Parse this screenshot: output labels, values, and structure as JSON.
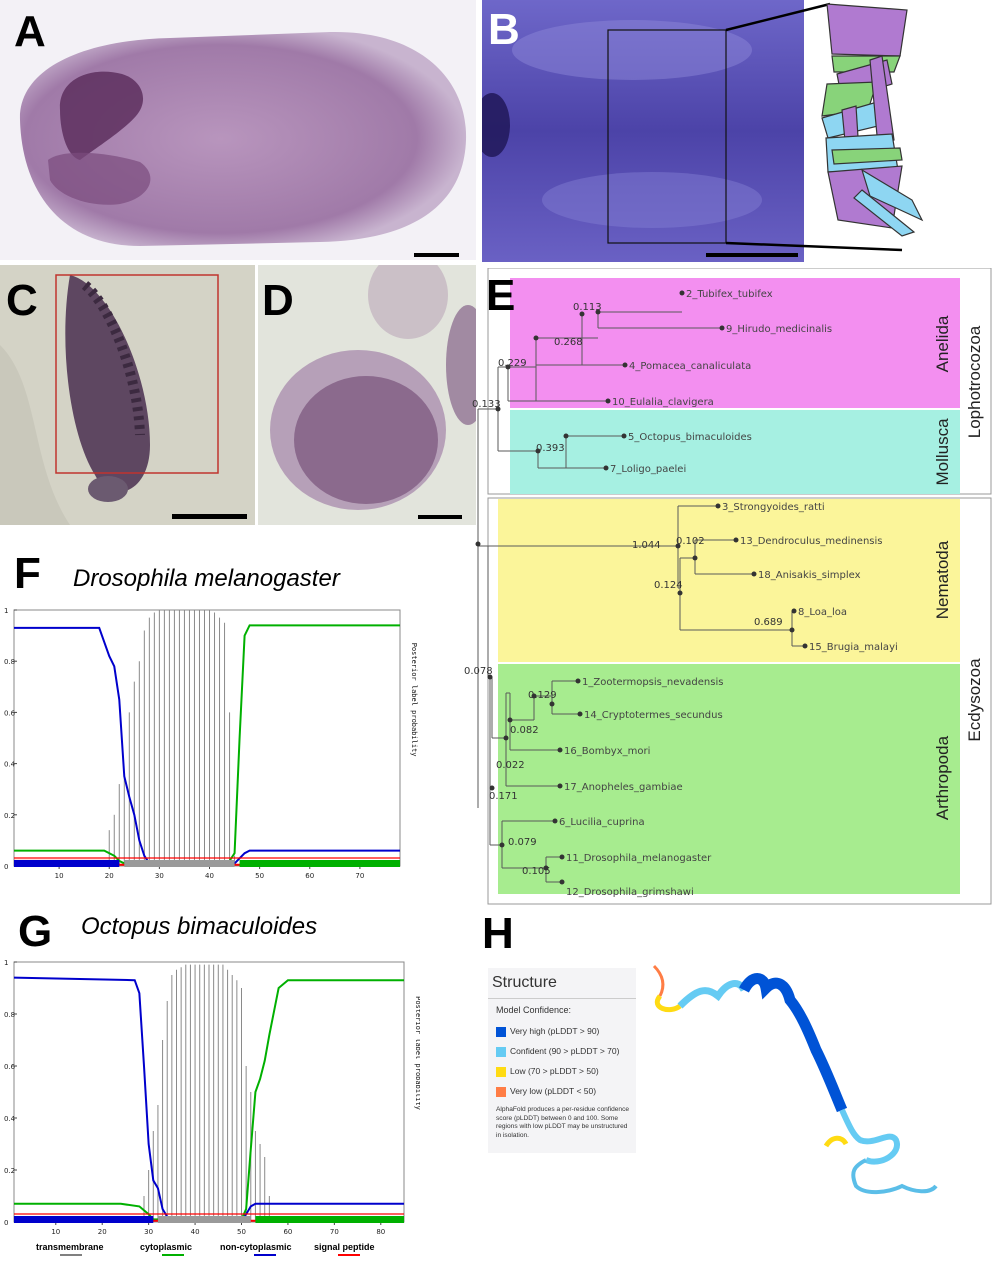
{
  "panels": {
    "a": "A",
    "b": "B",
    "c": "C",
    "d": "D",
    "e": "E",
    "f": "F",
    "g": "G",
    "h": "H"
  },
  "figure_f": {
    "species": "Drosophila melanogaster"
  },
  "figure_g": {
    "species": "Octopus bimaculoides"
  },
  "plot_common": {
    "y_side_label": "Posterior label probability",
    "y_ticks": [
      "0",
      "0.2",
      "0.4",
      "0.6",
      "0.8",
      "1"
    ]
  },
  "legend_bottom": {
    "items": [
      {
        "label": "transmembrane",
        "color": "#808080"
      },
      {
        "label": "cytoplasmic",
        "color": "#00b000"
      },
      {
        "label": "non-cytoplasmic",
        "color": "#0000cc"
      },
      {
        "label": "signal peptide",
        "color": "#ff0000"
      }
    ]
  },
  "tree": {
    "groups": {
      "anelida": "Anelida",
      "mollusca": "Mollusca",
      "nematoda": "Nematoda",
      "arthropoda": "Arthropoda",
      "lophotrocozoa": "Lophotrocozoa",
      "ecdysozoa": "Ecdysozoa"
    },
    "colors": {
      "anelida": "#f38ff0",
      "mollusca": "#a6f0e2",
      "nematoda": "#fbf59a",
      "arthropoda": "#a7ec8f"
    },
    "taxa": [
      "2_Tubifex_tubifex",
      "9_Hirudo_medicinalis",
      "4_Pomacea_canaliculata",
      "10_Eulalia_clavigera",
      "5_Octopus_bimaculoides",
      "7_Loligo_paelei",
      "3_Strongyoides_ratti",
      "13_Dendroculus_medinensis",
      "18_Anisakis_simplex",
      "8_Loa_loa",
      "15_Brugia_malayi",
      "1_Zootermopsis_nevadensis",
      "14_Cryptotermes_secundus",
      "16_Bombyx_mori",
      "17_Anopheles_gambiae",
      "6_Lucilia_cuprina",
      "11_Drosophila_melanogaster",
      "12_Drosophila_grimshawi"
    ],
    "support": [
      "0.113",
      "0.268",
      "0.229",
      "0.133",
      "0.393",
      "1.044",
      "0.102",
      "0.124",
      "0.689",
      "0.078",
      "0.129",
      "0.082",
      "0.022",
      "0.171",
      "0.079",
      "0.105"
    ]
  },
  "alphafold": {
    "title": "Structure",
    "subtitle": "Model Confidence:",
    "items": [
      {
        "label": "Very high (pLDDT > 90)",
        "color": "#0053d6"
      },
      {
        "label": "Confident (90 > pLDDT > 70)",
        "color": "#65cbf3"
      },
      {
        "label": "Low (70 > pLDDT > 50)",
        "color": "#ffdb13"
      },
      {
        "label": "Very low (pLDDT < 50)",
        "color": "#ff7d45"
      }
    ],
    "note": "AlphaFold produces a per-residue confidence score (pLDDT) between 0 and 100. Some regions with low pLDDT may be unstructured in isolation."
  },
  "chart_data": [
    {
      "type": "line",
      "title": "Drosophila melanogaster",
      "xlabel": "",
      "ylabel": "Posterior label probability",
      "xlim": [
        1,
        78
      ],
      "ylim": [
        0,
        1
      ],
      "x_ticks": [
        10,
        20,
        30,
        40,
        50,
        60,
        70
      ],
      "series": [
        {
          "name": "non-cytoplasmic",
          "color": "#0000cc",
          "x": [
            1,
            18,
            20,
            21,
            22,
            23,
            24,
            25,
            26,
            27,
            28,
            29,
            45,
            46,
            47,
            48,
            78
          ],
          "y": [
            0.93,
            0.93,
            0.82,
            0.78,
            0.65,
            0.35,
            0.27,
            0.2,
            0.1,
            0.04,
            0.01,
            0.01,
            0.01,
            0.03,
            0.05,
            0.06,
            0.06
          ]
        },
        {
          "name": "cytoplasmic",
          "color": "#00b000",
          "x": [
            1,
            19,
            21,
            22,
            23,
            24,
            25,
            26,
            27,
            28,
            29,
            43,
            44,
            45,
            46,
            47,
            48,
            78
          ],
          "y": [
            0.06,
            0.06,
            0.04,
            0.02,
            0.01,
            0.01,
            0.01,
            0.01,
            0.01,
            0.01,
            0.01,
            0.01,
            0.02,
            0.05,
            0.5,
            0.9,
            0.94,
            0.94
          ]
        },
        {
          "name": "signal peptide",
          "color": "#ff0000",
          "x": [
            1,
            20,
            22,
            78
          ],
          "y": [
            0.02,
            0.02,
            0.005,
            0.005
          ]
        }
      ],
      "bars": {
        "name": "transmembrane",
        "color": "#808080",
        "x": [
          20,
          21,
          22,
          23,
          24,
          25,
          26,
          27,
          28,
          29,
          30,
          31,
          32,
          33,
          34,
          35,
          36,
          37,
          38,
          39,
          40,
          41,
          42,
          43,
          44,
          45
        ],
        "y": [
          0.14,
          0.2,
          0.32,
          0.36,
          0.6,
          0.72,
          0.8,
          0.92,
          0.97,
          0.99,
          1,
          1,
          1,
          1,
          1,
          1,
          1,
          1,
          1,
          1,
          1,
          0.99,
          0.97,
          0.95,
          0.6,
          0.04
        ]
      },
      "topology_bar": [
        {
          "class": "non-cytoplasmic",
          "from": 1,
          "to": 22
        },
        {
          "class": "transmembrane",
          "from": 23,
          "to": 45
        },
        {
          "class": "cytoplasmic",
          "from": 46,
          "to": 78
        }
      ]
    },
    {
      "type": "line",
      "title": "Octopus bimaculoides",
      "xlabel": "",
      "ylabel": "Posterior label probability",
      "xlim": [
        1,
        85
      ],
      "ylim": [
        0,
        1
      ],
      "x_ticks": [
        10,
        20,
        30,
        40,
        50,
        60,
        70,
        80
      ],
      "series": [
        {
          "name": "non-cytoplasmic",
          "color": "#0000cc",
          "x": [
            1,
            27,
            28,
            29,
            30,
            31,
            32,
            33,
            34,
            35,
            50,
            51,
            52,
            53,
            54,
            85
          ],
          "y": [
            0.94,
            0.93,
            0.88,
            0.6,
            0.3,
            0.16,
            0.13,
            0.05,
            0.02,
            0.01,
            0.01,
            0.03,
            0.06,
            0.07,
            0.07,
            0.07
          ]
        },
        {
          "name": "cytoplasmic",
          "color": "#00b000",
          "x": [
            1,
            24,
            28,
            30,
            31,
            32,
            50,
            51,
            52,
            53,
            54,
            55,
            56,
            58,
            60,
            85
          ],
          "y": [
            0.07,
            0.07,
            0.06,
            0.03,
            0.01,
            0.01,
            0.01,
            0.05,
            0.28,
            0.5,
            0.55,
            0.62,
            0.72,
            0.9,
            0.93,
            0.93
          ]
        },
        {
          "name": "signal peptide",
          "color": "#ff0000",
          "x": [
            1,
            85
          ],
          "y": [
            0.005,
            0.005
          ]
        }
      ],
      "bars": {
        "name": "transmembrane",
        "color": "#808080",
        "x": [
          29,
          30,
          31,
          32,
          33,
          34,
          35,
          36,
          37,
          38,
          39,
          40,
          41,
          42,
          43,
          44,
          45,
          46,
          47,
          48,
          49,
          50,
          51,
          52,
          53,
          54,
          55,
          56
        ],
        "y": [
          0.1,
          0.2,
          0.35,
          0.45,
          0.7,
          0.85,
          0.95,
          0.97,
          0.98,
          0.99,
          0.99,
          0.99,
          0.99,
          0.99,
          0.99,
          0.99,
          0.99,
          0.99,
          0.97,
          0.95,
          0.93,
          0.9,
          0.6,
          0.5,
          0.35,
          0.3,
          0.25,
          0.1
        ]
      },
      "topology_bar": [
        {
          "class": "non-cytoplasmic",
          "from": 1,
          "to": 31
        },
        {
          "class": "transmembrane",
          "from": 32,
          "to": 52
        },
        {
          "class": "cytoplasmic",
          "from": 53,
          "to": 85
        }
      ]
    }
  ]
}
